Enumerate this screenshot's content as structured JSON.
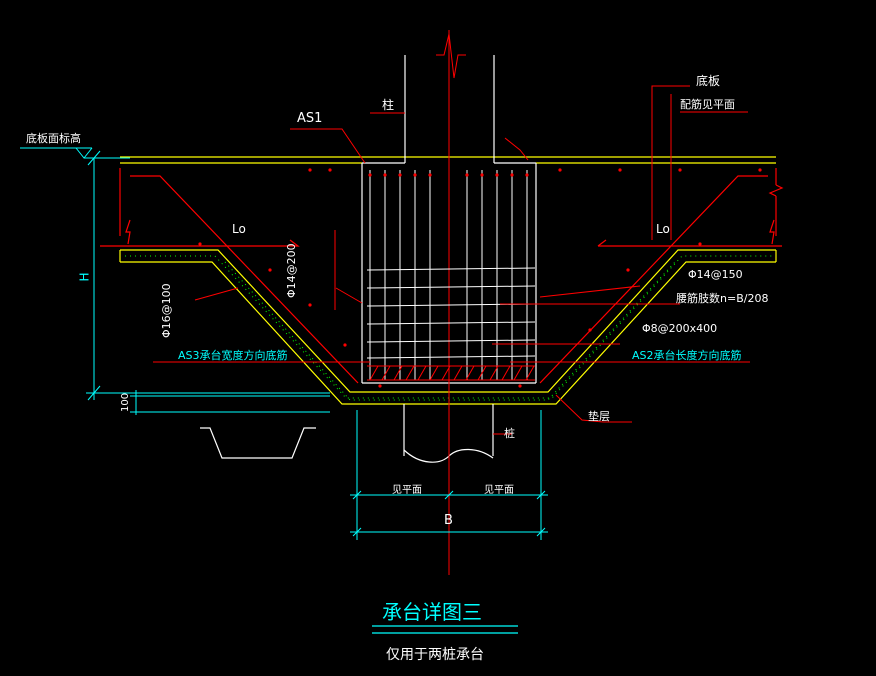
{
  "labels": {
    "slab_top_elev": "底板面标高",
    "as1": "AS1",
    "column": "柱",
    "slab": "底板",
    "slab_reinf": "配筋见平面",
    "lo_left": "Lo",
    "lo_right": "Lo",
    "h": "H",
    "bar_vertical": "Φ14@200",
    "bar_left": "Φ16@100",
    "as3": "AS3承台宽度方向底筋",
    "as2": "AS2承台长度方向底筋",
    "bar_right_top": "Φ14@150",
    "waist_bars": "腰筋肢数n=B/208",
    "stirrup": "Φ8@200x400",
    "cushion": "垫层",
    "pile": "桩",
    "dim_100": "100",
    "see_plan_left": "见平面",
    "see_plan_right": "见平面",
    "dim_b": "B",
    "title": "承台详图三",
    "subtitle": "仅用于两桩承台"
  },
  "colors": {
    "background": "#000000",
    "outline": "#ffffff",
    "rebar": "#ff0000",
    "slab": "#ffff00",
    "cushion_fill": "#00ff00",
    "dimension": "#00ffff",
    "leader": "#00ff00",
    "text_white": "#ffffff",
    "text_cyan": "#00ffff"
  }
}
